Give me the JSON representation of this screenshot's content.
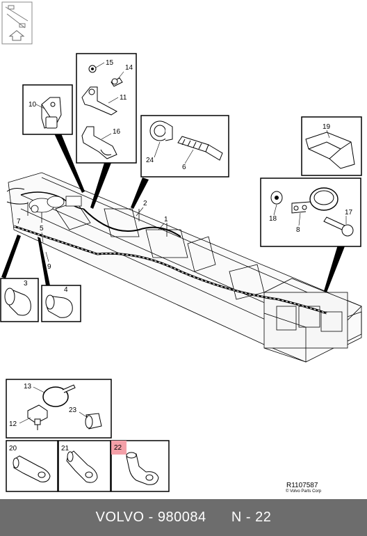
{
  "callouts": {
    "c1": "1",
    "c2": "2",
    "c3": "3",
    "c4": "4",
    "c5": "5",
    "c6": "6",
    "c7": "7",
    "c8": "8",
    "c9": "9",
    "c10": "10",
    "c11": "11",
    "c12": "12",
    "c13": "13",
    "c14": "14",
    "c15": "15",
    "c16": "16",
    "c17": "17",
    "c18": "18",
    "c19": "19",
    "c20": "20",
    "c21": "21",
    "c22": "22",
    "c23": "23",
    "c24": "24"
  },
  "reference_code": "R1107587",
  "copyright": "© Volvo Parts Corp",
  "footer": {
    "brand": "VOLVO",
    "part_number": "980084",
    "page": "N - 22",
    "separator": " - "
  },
  "colors": {
    "highlight": "#f4a0a8",
    "footer_bg": "#6d6d6d",
    "line": "#000000"
  },
  "icons": {
    "nav_icon": "up-arrow-icon"
  }
}
